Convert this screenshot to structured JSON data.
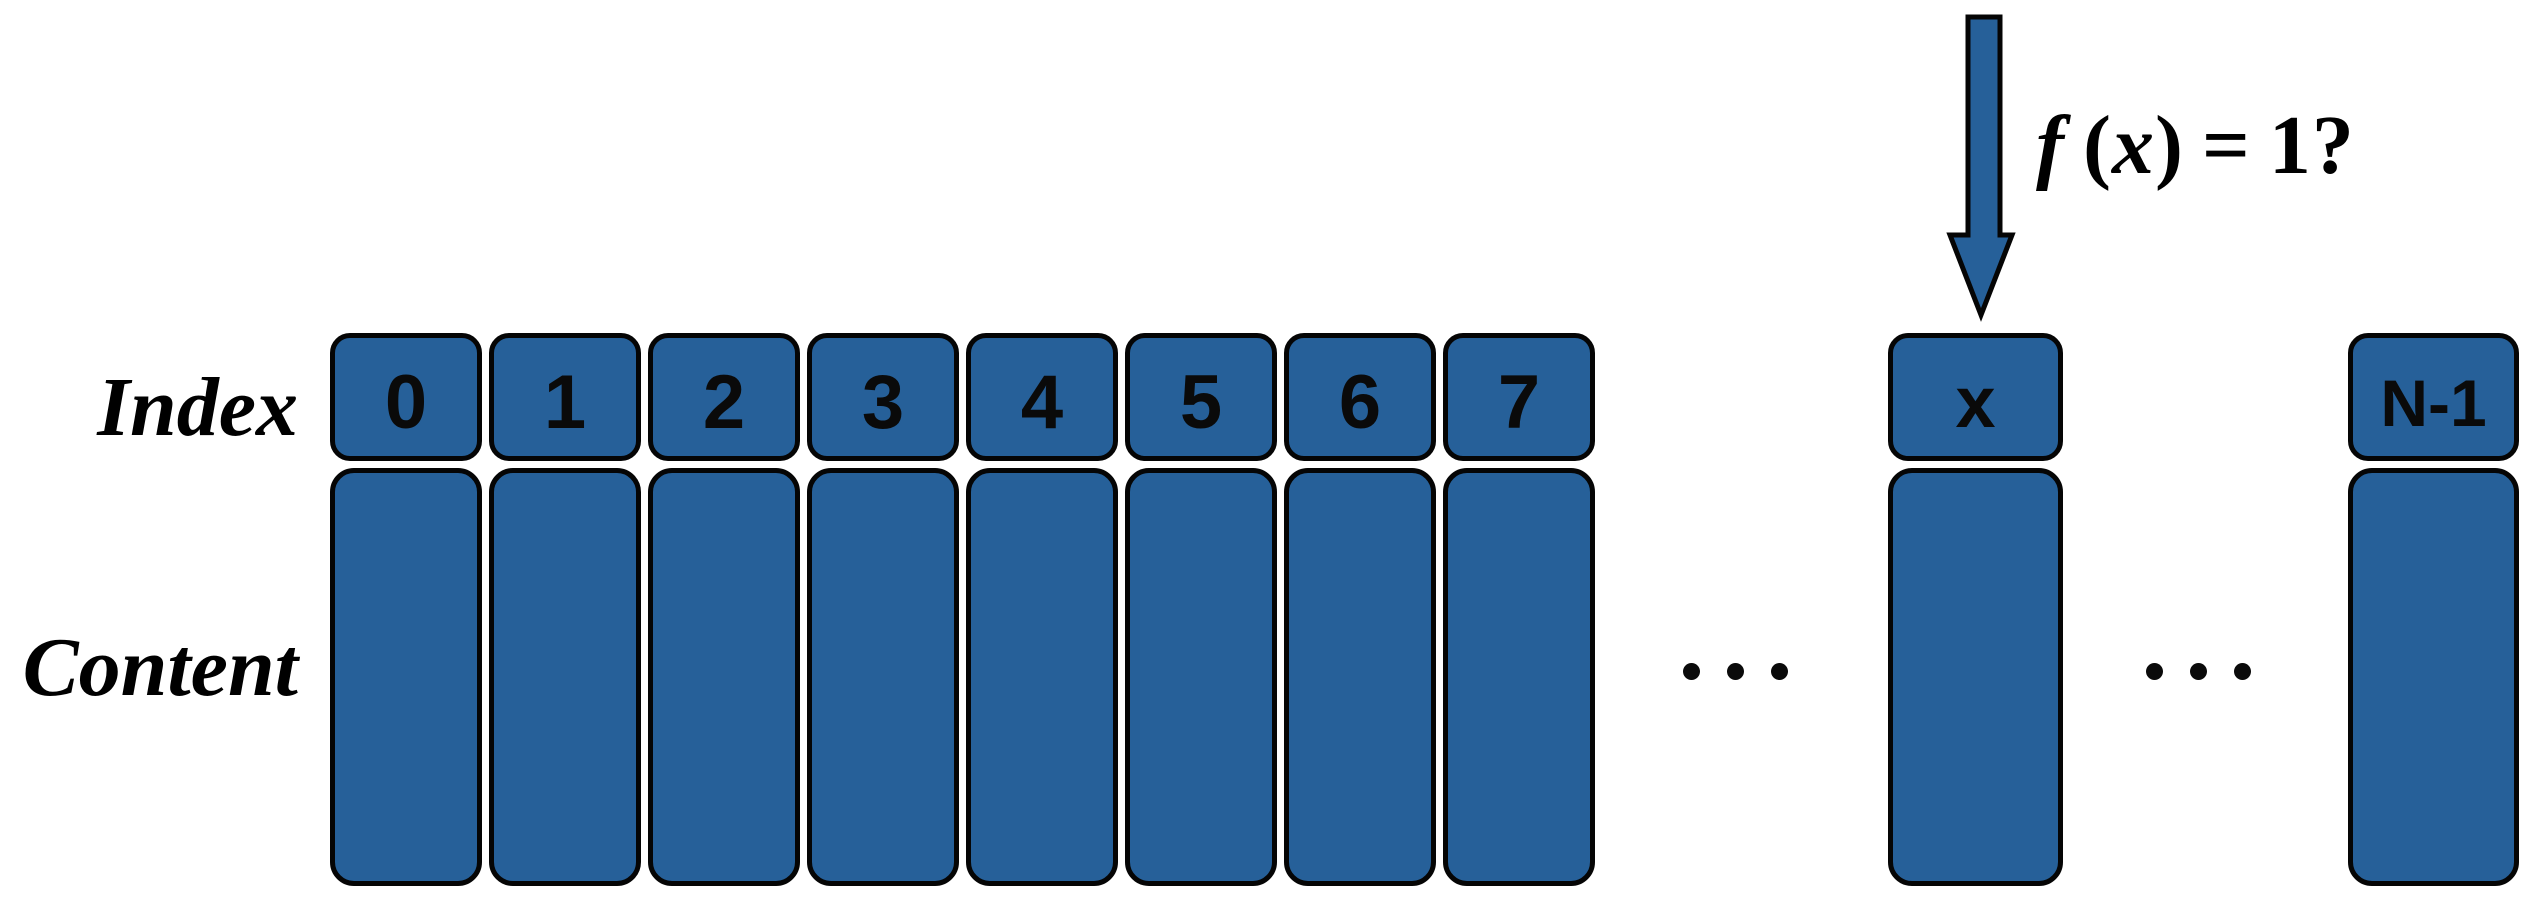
{
  "labels": {
    "index_row": "Index",
    "content_row": "Content"
  },
  "array": {
    "index_cells": [
      "0",
      "1",
      "2",
      "3",
      "4",
      "5",
      "6",
      "7"
    ],
    "query_cell": "x",
    "last_cell": "N-1"
  },
  "annotation": {
    "f": "f",
    "lparen": "(",
    "x": "x",
    "rparen": ")",
    "equals": "=",
    "value": "1",
    "question": "?"
  },
  "icons": {
    "down_arrow": "down-arrow",
    "ellipsis": "..."
  },
  "colors": {
    "box_fill": "#266099",
    "box_border": "#050505",
    "arrow_fill": "#266099",
    "text": "#000000",
    "background": "#ffffff"
  }
}
